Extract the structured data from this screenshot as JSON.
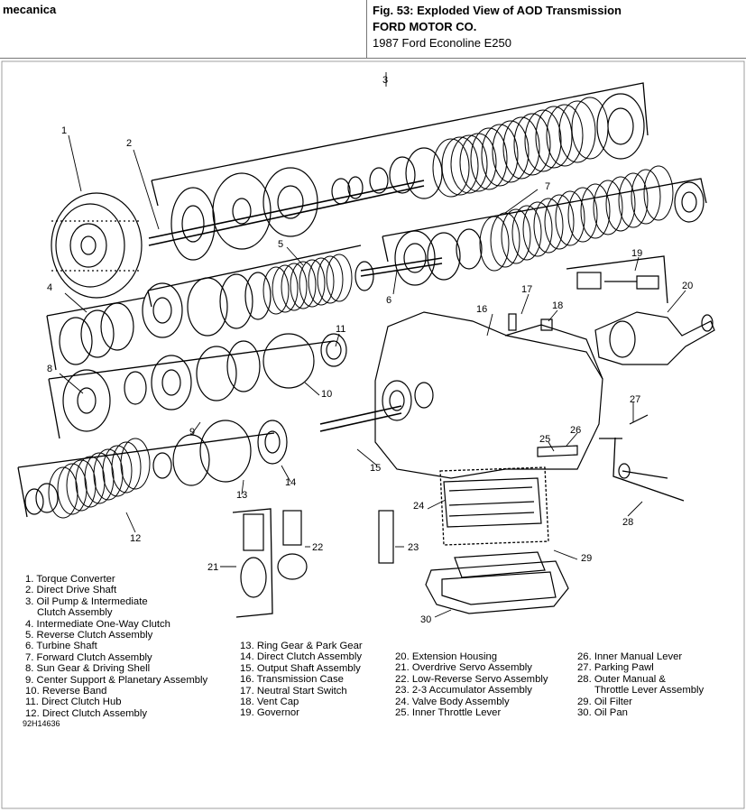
{
  "header": {
    "brand": "mecanica",
    "title": "Fig. 53: Exploded View of AOD Transmission",
    "company": "FORD MOTOR CO.",
    "vehicle": "1987 Ford Econoline E250"
  },
  "diagram": {
    "callouts": [
      "1",
      "2",
      "3",
      "4",
      "5",
      "6",
      "7",
      "8",
      "9",
      "10",
      "11",
      "12",
      "13",
      "14",
      "15",
      "16",
      "17",
      "18",
      "19",
      "20",
      "21",
      "22",
      "23",
      "24",
      "25",
      "26",
      "27",
      "28",
      "29",
      "30"
    ],
    "legend": {
      "col1": [
        "1. Torque Converter",
        "2. Direct Drive Shaft",
        "3. Oil Pump & Intermediate",
        "Clutch Assembly",
        "4. Intermediate One-Way Clutch",
        "5. Reverse Clutch Assembly",
        "6. Turbine Shaft",
        "7. Forward Clutch Assembly",
        "8. Sun Gear & Driving Shell",
        "9. Center Support & Planetary Assembly",
        "10. Reverse Band",
        "11. Direct Clutch Hub",
        "12. Direct Clutch Assembly"
      ],
      "col2": [
        "13. Ring Gear & Park Gear",
        "14. Direct Clutch Assembly",
        "15. Output Shaft Assembly",
        "16. Transmission Case",
        "17. Neutral Start Switch",
        "18. Vent Cap",
        "19. Governor"
      ],
      "col3": [
        "20. Extension Housing",
        "21. Overdrive Servo Assembly",
        "22. Low-Reverse Servo Assembly",
        "23. 2-3 Accumulator Assembly",
        "24. Valve Body Assembly",
        "25. Inner Throttle Lever"
      ],
      "col4": [
        "26. Inner Manual Lever",
        "27. Parking Pawl",
        "28. Outer Manual &",
        "Throttle Lever Assembly",
        "29. Oil Filter",
        "30. Oil Pan"
      ]
    },
    "figure_code": "92H14636"
  }
}
